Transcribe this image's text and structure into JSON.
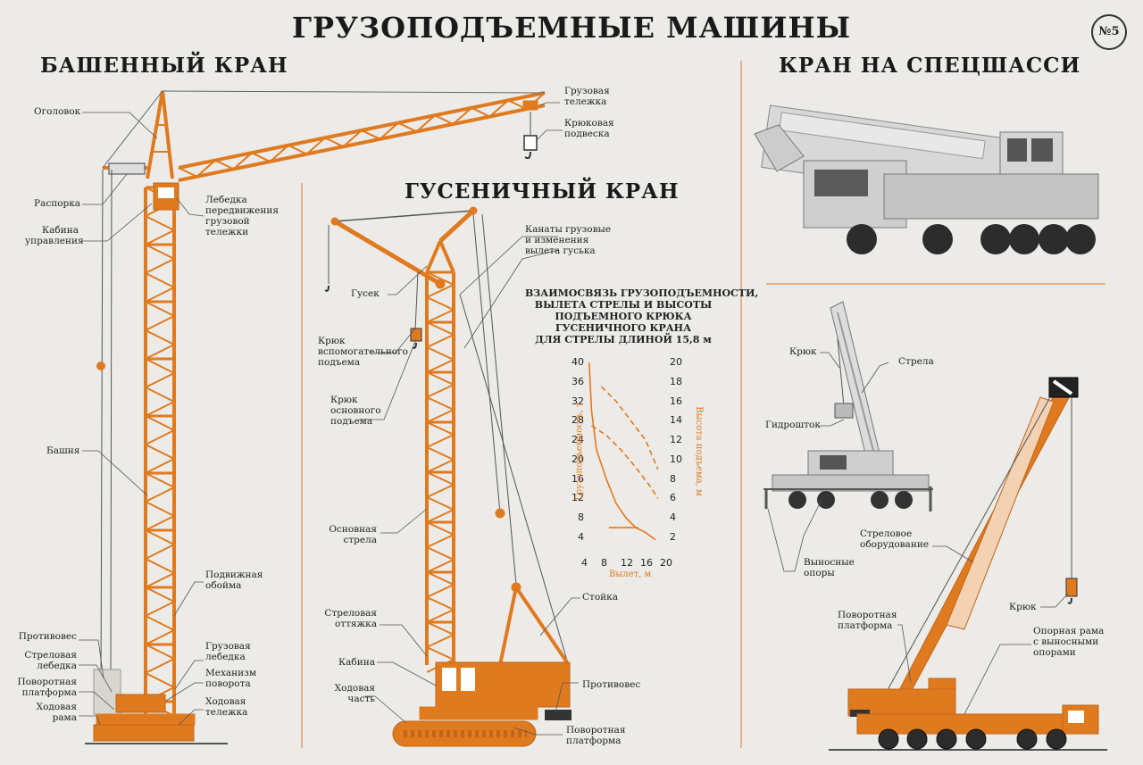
{
  "poster": {
    "title": "ГРУЗОПОДЪЕМНЫЕ МАШИНЫ",
    "number": "№5"
  },
  "colors": {
    "crane_orange": "#e07a1f",
    "paper": "#ecebe8",
    "text": "#222222",
    "divider": "#e07a1f"
  },
  "tower_crane": {
    "title": "БАШЕННЫЙ КРАН",
    "labels": {
      "ogolovok": "Оголовок",
      "rasporka": "Распорка",
      "kabina": "Кабина\nуправления",
      "bashnya": "Башня",
      "protivoves": "Противовес",
      "strel_lebedka": "Стреловая\nлебедка",
      "povorot_platforma": "Поворотная\nплатформа",
      "hodovaya_rama": "Ходовая\nрама",
      "gruz_telezhka": "Грузовая\nтележка",
      "kryuk_podveska": "Крюковая\nподвеска",
      "lebedka_peredv": "Лебедка\nпередвижения\nгрузовой\nтележки",
      "podv_oboima": "Подвижная\nобойма",
      "gruz_lebedka": "Грузовая\nлебедка",
      "mekh_povorota": "Механизм\nповорота",
      "hod_telezhka": "Ходовая\nтележка"
    }
  },
  "crawler_crane": {
    "title": "ГУСЕНИЧНЫЙ КРАН",
    "labels": {
      "gusek": "Гусек",
      "kryuk_vspom": "Крюк\nвспомогательного\nподъема",
      "kryuk_osn": "Крюк\nосновного\nподъема",
      "kanaty": "Канаты грузовые\nи изменения\nвылета гуська",
      "osn_strela": "Основная\nстрела",
      "strel_ottyazhka": "Стреловая\nоттяжка",
      "kabina": "Кабина",
      "hod_chast": "Ходовая\nчасть",
      "stoika": "Стойка",
      "protivoves": "Противовес",
      "povorot_platforma": "Поворотная\nплатформа"
    }
  },
  "special_crane": {
    "title": "КРАН НА СПЕЦШАССИ",
    "labels": {
      "kryuk_top": "Крюк",
      "strela": "Стрела",
      "gidroshtok": "Гидрошток",
      "vynosnye": "Выносные\nопоры",
      "strel_oborud": "Стреловое\nоборудование",
      "povorot_platforma": "Поворотная\nплатформа",
      "kryuk": "Крюк",
      "opornaya_rama": "Опорная рама\nс выносными\nопорами"
    }
  },
  "chart_data": {
    "type": "line",
    "title": "ВЗАИМОСВЯЗЬ ГРУЗОПОДЪЕМНОСТИ,\nВЫЛЕТА СТРЕЛЫ И ВЫСОТЫ\nПОДЪЕМНОГО КРЮКА\nГУСЕНИЧНОГО КРАНА\nДЛЯ СТРЕЛЫ ДЛИНОЙ 15,8 м",
    "xlabel": "Вылет, м",
    "ylabel_left": "Грузоподъемность, т",
    "ylabel_right": "Высота подъема, м",
    "x_ticks": [
      "4",
      "8",
      "12",
      "16",
      "20"
    ],
    "y_left_ticks": [
      "40",
      "36",
      "32",
      "28",
      "24",
      "20",
      "16",
      "12",
      "8",
      "4"
    ],
    "y_right_ticks": [
      "20",
      "18",
      "16",
      "14",
      "12",
      "10",
      "8",
      "6",
      "4",
      "2"
    ],
    "xlim": [
      4,
      20
    ],
    "ylim_left": [
      4,
      40
    ],
    "ylim_right": [
      2,
      20
    ],
    "series": [
      {
        "style": "solid",
        "axis": "left",
        "x": [
          4.5,
          5,
          6,
          8,
          10,
          12,
          14,
          16,
          18
        ],
        "y": [
          40,
          30,
          22,
          16,
          11,
          8,
          6,
          5,
          3.5
        ]
      },
      {
        "style": "dashed",
        "axis": "right",
        "x": [
          5,
          8,
          11,
          14,
          17,
          18.5
        ],
        "y": [
          13.5,
          12.5,
          11,
          9.2,
          7.2,
          6
        ]
      },
      {
        "style": "dashed",
        "axis": "right",
        "x": [
          7,
          10,
          13,
          16,
          18.5
        ],
        "y": [
          17.5,
          16,
          14,
          12,
          9
        ]
      },
      {
        "style": "solid",
        "axis": "left",
        "x": [
          8.5,
          12,
          14.5
        ],
        "y": [
          6,
          6,
          6
        ]
      }
    ]
  }
}
